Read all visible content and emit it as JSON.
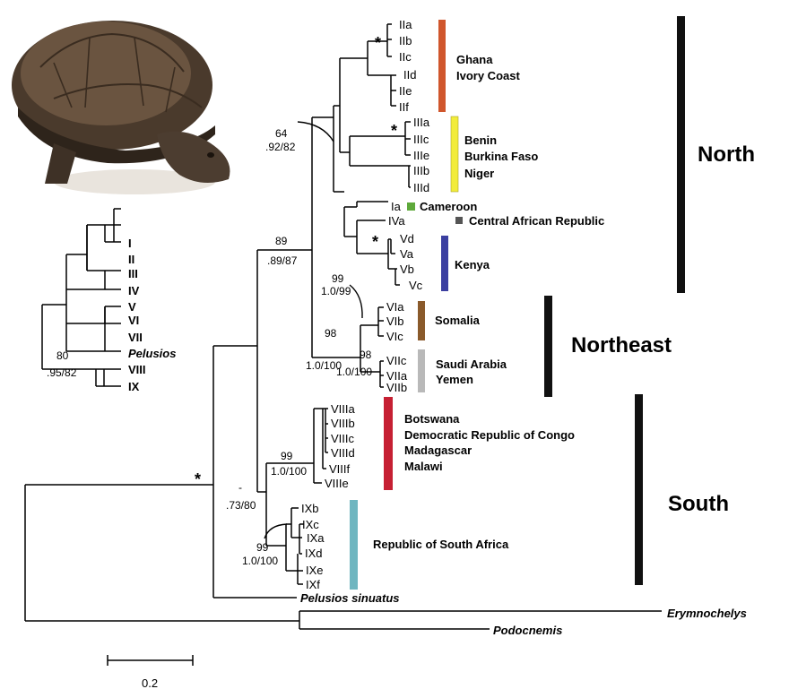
{
  "colors": {
    "branch": "#000000",
    "bar_ghana": "#d0562c",
    "bar_benin": "#f2ec3a",
    "bar_cameroon": "#5ea93b",
    "bar_car": "#555555",
    "bar_kenya": "#3b3fa0",
    "bar_somalia": "#8a5a2b",
    "bar_saudi": "#b9b9b9",
    "bar_southern": "#c62033",
    "bar_rsa": "#6fb6c0",
    "region_bar": "#111111",
    "photo_shell": "#5a4634"
  },
  "photo": {
    "subject": "turtle-photo"
  },
  "main_tree": {
    "tips": {
      "IIa": "IIa",
      "IIb": "IIb",
      "IIc": "IIc",
      "IId": "IId",
      "IIe": "IIe",
      "IIf": "IIf",
      "IIIa": "IIIa",
      "IIIc": "IIIc",
      "IIIe": "IIIe",
      "IIIb": "IIIb",
      "IIId": "IIId",
      "Ia": "Ia",
      "IVa": "IVa",
      "Vd": "Vd",
      "Va": "Va",
      "Vb": "Vb",
      "Vc": "Vc",
      "VIa": "VIa",
      "VIb": "VIb",
      "VIc": "VIc",
      "VIIc": "VIIc",
      "VIIa": "VIIa",
      "VIIb": "VIIb",
      "VIIIa": "VIIIa",
      "VIIIb": "VIIIb",
      "VIIIc": "VIIIc",
      "VIIId": "VIIId",
      "VIIIf": "VIIIf",
      "VIIIe": "VIIIe",
      "IXb": "IXb",
      "IXc": "IXc",
      "IXa": "IXa",
      "IXd": "IXd",
      "IXe": "IXe",
      "IXf": "IXf",
      "pelusios_sinuatus": "Pelusios sinuatus",
      "erymnochelys": "Erymnochelys",
      "podocnemis": "Podocnemis"
    },
    "support": {
      "star": "*",
      "n64_a": "64",
      "n64_b": ".92/82",
      "n89_a": "89",
      "n89_b": ".89/87",
      "n99a_a": "99",
      "n99a_b": "1.0/99",
      "n98a_a": "98",
      "n98a_b": "1.0/100",
      "n98b_a": "98",
      "n98b_b": "1.0/100",
      "n99b_a": "99",
      "n99b_b": "1.0/100",
      "dash_a": "-",
      "dash_b": ".73/80",
      "n99c_a": "99",
      "n99c_b": "1.0/100"
    },
    "countries": {
      "ghana": "Ghana",
      "ivory_coast": "Ivory Coast",
      "benin": "Benin",
      "burkina_faso": "Burkina Faso",
      "niger": "Niger",
      "cameroon": "Cameroon",
      "car": "Central African Republic",
      "kenya": "Kenya",
      "somalia": "Somalia",
      "saudi_arabia": "Saudi Arabia",
      "yemen": "Yemen",
      "botswana": "Botswana",
      "drc": "Democratic Republic of Congo",
      "madagascar": "Madagascar",
      "malawi": "Malawi",
      "rsa": "Republic of South Africa"
    },
    "regions": {
      "north": "North",
      "northeast": "Northeast",
      "south": "South"
    }
  },
  "small_tree": {
    "tips": [
      "I",
      "II",
      "III",
      "IV",
      "V",
      "VI",
      "VII",
      "Pelusios",
      "VIII",
      "IX"
    ],
    "support_a": "80",
    "support_b": ".95/82"
  },
  "scale_bar": {
    "value": "0.2"
  }
}
